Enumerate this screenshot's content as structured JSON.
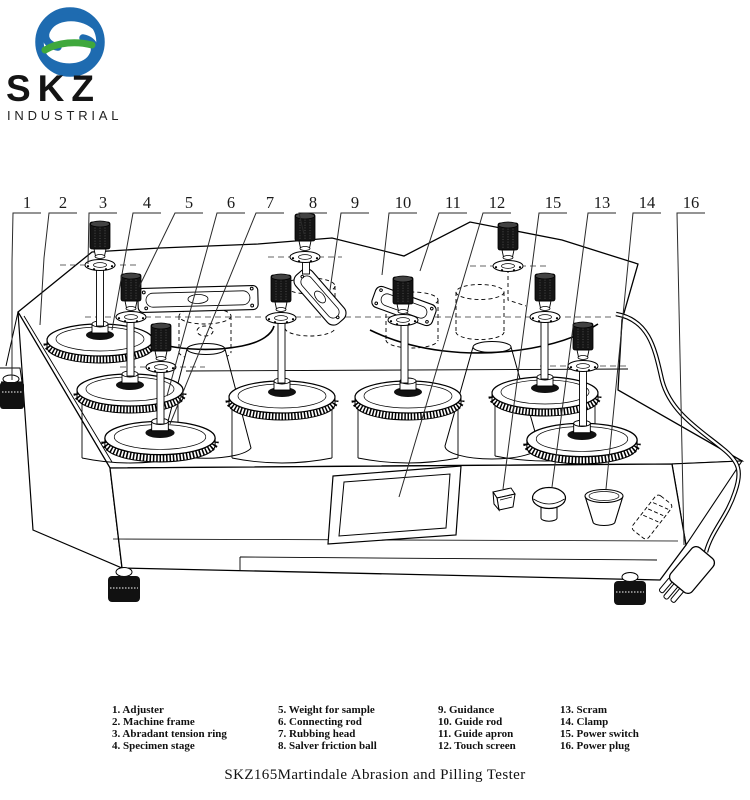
{
  "logo": {
    "brand": "SKZ",
    "subtitle": "INDUSTRIAL",
    "blue": "#1e6bb0",
    "green": "#3fa83d"
  },
  "callouts": {
    "labels": [
      "1",
      "2",
      "3",
      "4",
      "5",
      "6",
      "7",
      "8",
      "9",
      "10",
      "11",
      "12",
      "15",
      "13",
      "14",
      "16"
    ]
  },
  "legend": {
    "col1": [
      "1. Adjuster",
      "2. Machine frame",
      "3. Abradant tension ring",
      "4. Specimen stage"
    ],
    "col2": [
      "5. Weight for sample",
      "6. Connecting rod",
      "7. Rubbing head",
      "8. Salver friction ball"
    ],
    "col3": [
      "9. Guidance",
      "10. Guide rod",
      "11. Guide apron",
      "12. Touch screen"
    ],
    "col4": [
      "13. Scram",
      "14. Clamp",
      "15. Power switch",
      "16. Power plug"
    ]
  },
  "caption": "SKZ165Martindale Abrasion and Pilling Tester"
}
